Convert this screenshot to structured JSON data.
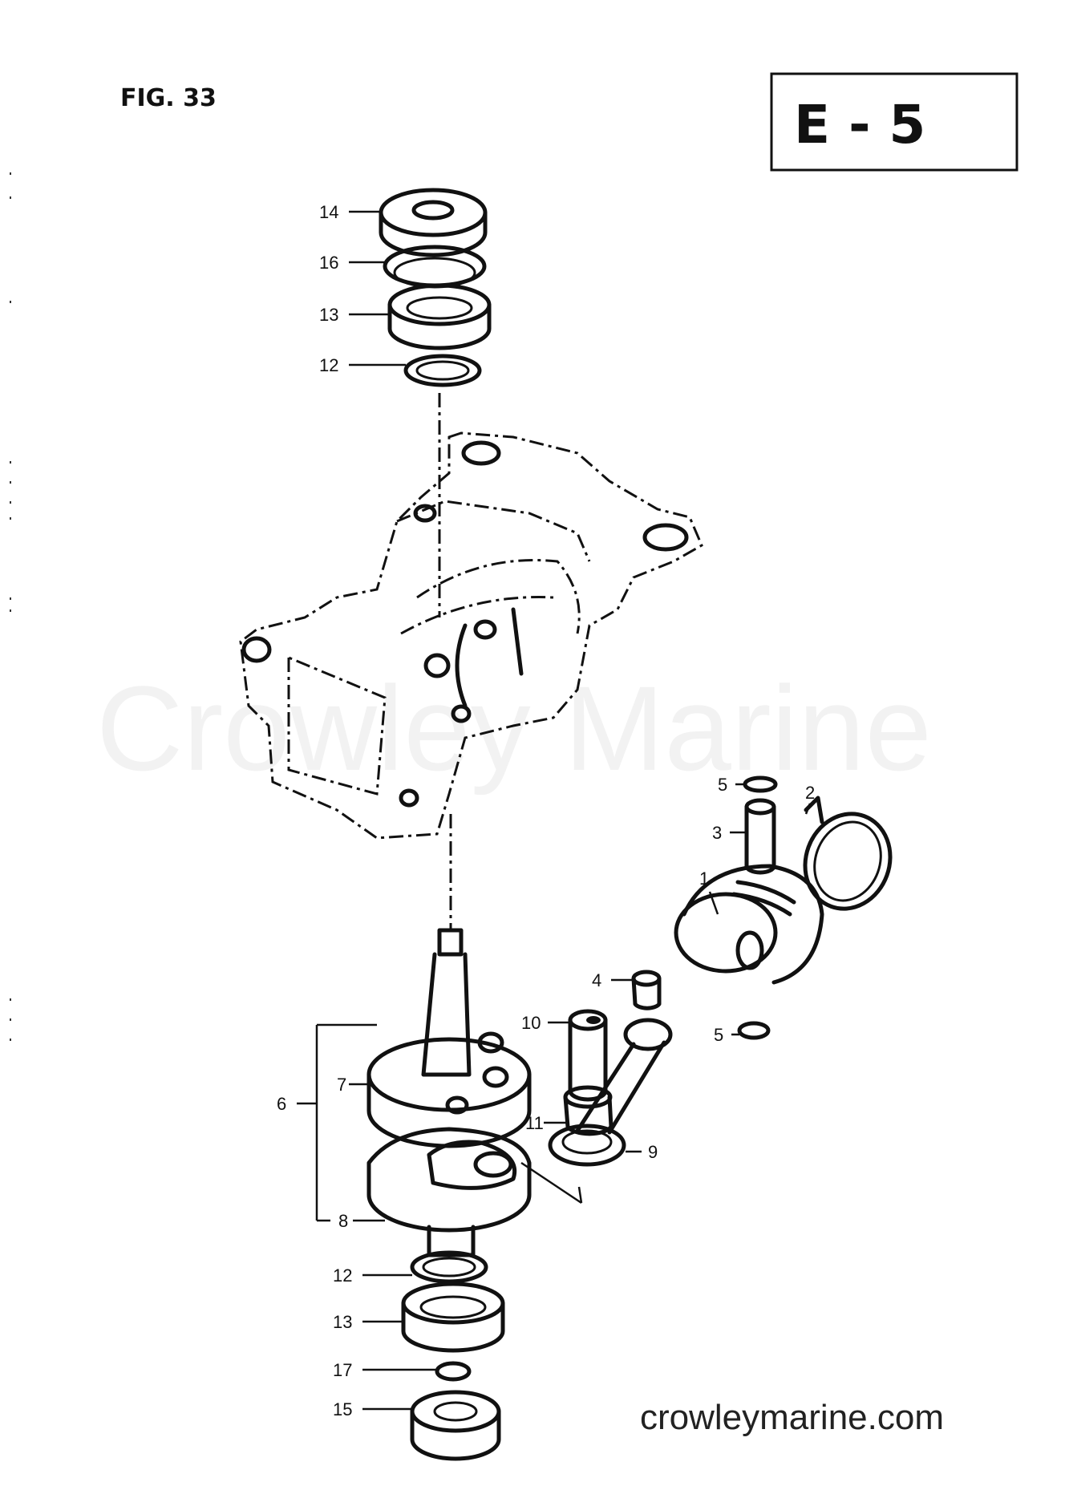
{
  "figure_label": "FIG. 33",
  "section_code": "E - 5",
  "watermark": "Crowley Marine",
  "website": "crowleymarine.com",
  "callouts": [
    {
      "id": "c14a",
      "text": "14"
    },
    {
      "id": "c16",
      "text": "16"
    },
    {
      "id": "c13a",
      "text": "13"
    },
    {
      "id": "c12a",
      "text": "12"
    },
    {
      "id": "c5a",
      "text": "5"
    },
    {
      "id": "c2",
      "text": "2"
    },
    {
      "id": "c3",
      "text": "3"
    },
    {
      "id": "c1",
      "text": "1"
    },
    {
      "id": "c4",
      "text": "4"
    },
    {
      "id": "c10",
      "text": "10"
    },
    {
      "id": "c5b",
      "text": "5"
    },
    {
      "id": "c6",
      "text": "6"
    },
    {
      "id": "c7",
      "text": "7"
    },
    {
      "id": "c11",
      "text": "11"
    },
    {
      "id": "c9",
      "text": "9"
    },
    {
      "id": "c8",
      "text": "8"
    },
    {
      "id": "c12b",
      "text": "12"
    },
    {
      "id": "c13b",
      "text": "13"
    },
    {
      "id": "c17",
      "text": "17"
    },
    {
      "id": "c15",
      "text": "15"
    }
  ]
}
